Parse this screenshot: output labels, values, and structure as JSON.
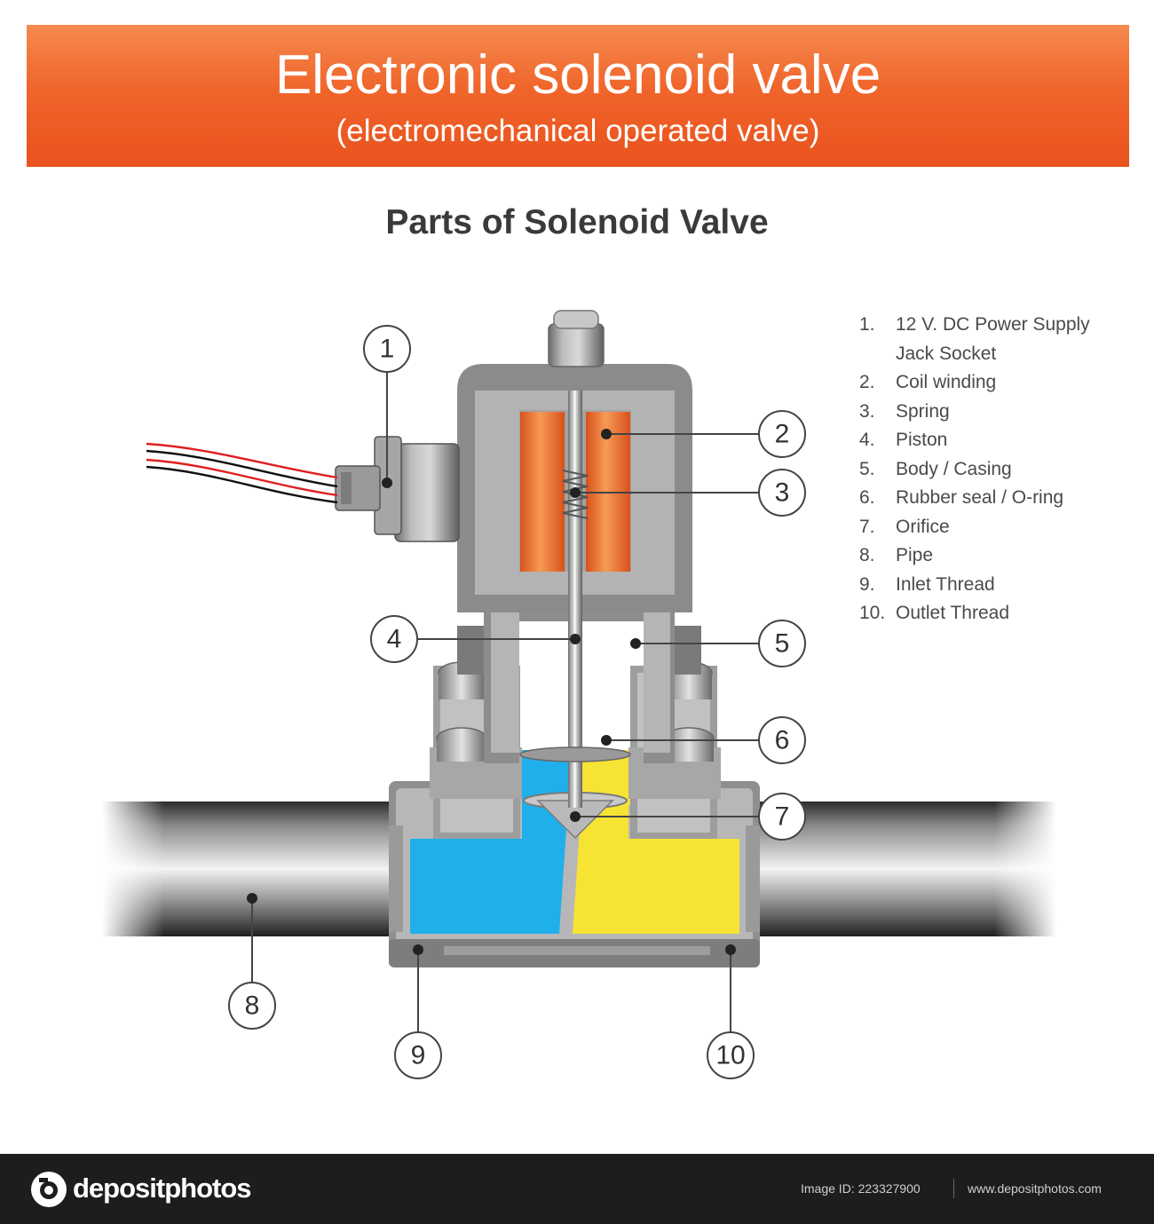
{
  "header": {
    "title": "Electronic solenoid valve",
    "subtitle": "(electromechanical operated valve)"
  },
  "diagram": {
    "title": "Parts of Solenoid Valve",
    "callouts": [
      "1",
      "2",
      "3",
      "4",
      "5",
      "6",
      "7",
      "8",
      "9",
      "10"
    ]
  },
  "legend": {
    "items": [
      {
        "num": "1.",
        "label": "12 V. DC Power Supply",
        "label2": "Jack Socket"
      },
      {
        "num": "2.",
        "label": "Coil winding"
      },
      {
        "num": "3.",
        "label": "Spring"
      },
      {
        "num": "4.",
        "label": "Piston"
      },
      {
        "num": "5.",
        "label": "Body / Casing"
      },
      {
        "num": "6.",
        "label": "Rubber seal / O-ring"
      },
      {
        "num": "7.",
        "label": "Orifice"
      },
      {
        "num": "8.",
        "label": "Pipe"
      },
      {
        "num": "9.",
        "label": "Inlet Thread"
      },
      {
        "num": "10.",
        "label": "Outlet Thread"
      }
    ]
  },
  "footer": {
    "brand": "depositphotos",
    "image_id": "Image ID: 223327900",
    "site": "www.depositphotos.com"
  },
  "colors": {
    "banner": "#f0652b",
    "coil": "#f47a30",
    "inlet_fluid": "#1fb0ec",
    "outlet_fluid": "#f7e334",
    "body_gray": "#b4b4b4",
    "footer_bg": "#1d1d1d"
  }
}
